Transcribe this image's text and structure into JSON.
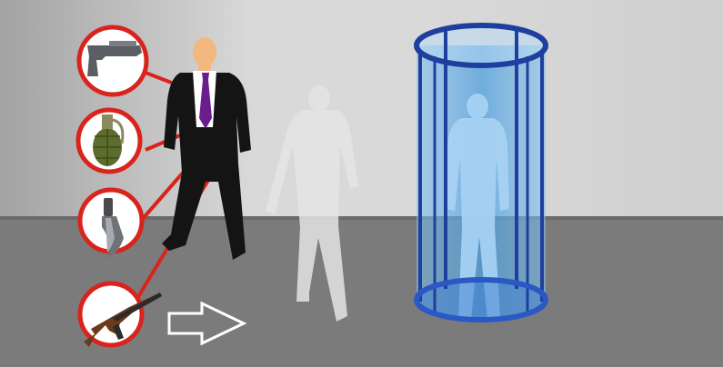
{
  "scene": {
    "colors": {
      "wall_left": "#a3a3a3",
      "wall_mid": "#d9d9d9",
      "wall_right": "#cfcfcf",
      "floor": "#7b7b7b",
      "floor_edge": "#6a6a6a",
      "badge_ring": "#d9231c",
      "connector_line": "#d9231c",
      "suit": "#141414",
      "shirt": "#ffffff",
      "tie": "#6a1e8e",
      "skin": "#f2b880",
      "ghost_figure": "#e4e4e4",
      "chamber_glass": "#5aa8e6",
      "chamber_frame": "#1f3f9e",
      "arrow_outline": "#ffffff"
    },
    "threat_badges": [
      {
        "name": "pistol-icon"
      },
      {
        "name": "grenade-icon"
      },
      {
        "name": "knife-icon"
      },
      {
        "name": "rifle-icon"
      }
    ],
    "figures": [
      {
        "name": "armed-man-figure"
      },
      {
        "name": "ghost-walking-figure"
      },
      {
        "name": "scanned-person-figure"
      }
    ],
    "chamber": {
      "name": "security-portal-chamber"
    },
    "direction_arrow": {
      "name": "direction-arrow-icon",
      "points": "right"
    }
  }
}
